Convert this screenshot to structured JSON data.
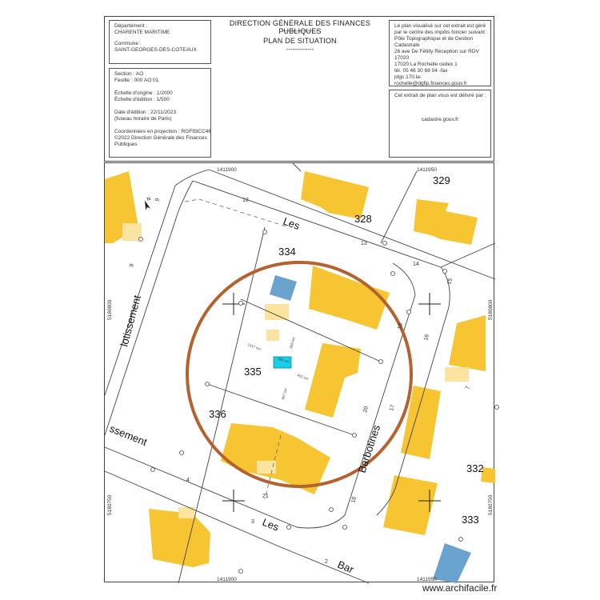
{
  "header": {
    "left_top": {
      "departement_label": "Département :",
      "departement_value": "CHARENTE MARITIME",
      "commune_label": "Commune :",
      "commune_value": "SAINT-GEORGES-DES-COTEAUX"
    },
    "left_bottom": {
      "section": "Section : AO",
      "feuille": "Feuille : 000 AO 01",
      "echelle_origine": "Échelle d'origine : 1/2000",
      "echelle_edition": "Échelle d'édition : 1/500",
      "date_edition": "Date d'édition : 22/11/2023",
      "fuseau": "(fuseau horaire de Paris)",
      "coordonnees": "Coordonnées en projection : RGF93CC46",
      "copyright_1": "©2022 Direction Générale des Finances",
      "copyright_2": "Publiques"
    },
    "center": {
      "title": "DIRECTION GÉNÉRALE DES FINANCES PUBLIQUES",
      "dashes_1": "-----------------",
      "subtitle": "PLAN DE SITUATION",
      "dashes_2": "-------------"
    },
    "right_top": {
      "lines": [
        "Le plan visualisé sur cet extrait est géré",
        "par le centre des impôts foncier suivant :",
        "Pôle Topographique et de Gestion",
        "Cadastrale",
        "26 ave De Fétilly Réception sur RDV",
        "17020",
        "17020 La Rochelle cedex 1",
        "tél. 05 46 30 68 04 -fax",
        "ptgc.170.la-",
        "rochelle@dgfip.finances.gouv.fr"
      ]
    },
    "right_bottom": {
      "line_1": "Cet extrait de plan vous est délivré par :",
      "line_2": "cadastre.gouv.fr"
    }
  },
  "map": {
    "grid_labels": {
      "top_left": "1411900",
      "top_right": "1411950",
      "bottom_left": "1411900",
      "bottom_right": "1411950",
      "left_top": "5180800",
      "left_bottom": "5180750",
      "right_top": "5180800",
      "right_bottom": "5180750"
    },
    "north": "N",
    "parcel_labels": [
      "329",
      "328",
      "334",
      "335",
      "336",
      "332",
      "333"
    ],
    "street_labels": [
      "Les",
      "lotissement",
      "ssement",
      "Barbotines",
      "Les",
      "Bar"
    ],
    "address_numbers": [
      "9",
      "12",
      "13",
      "14",
      "15",
      "16",
      "8",
      "18",
      "17",
      "20",
      "4",
      "3",
      "21",
      "2",
      "18",
      "7"
    ],
    "measurements": [
      "1317 cm",
      "609 cm",
      "580 cm",
      "402 cm",
      "957 cm"
    ],
    "colors": {
      "building": "#f7c531",
      "building_light": "#fbe3a0",
      "pool": "#6ba3cf",
      "highlight": "#16d0e8",
      "circle": "#b5622e",
      "lines": "#444444"
    }
  },
  "watermark": "www.archifacile.fr"
}
